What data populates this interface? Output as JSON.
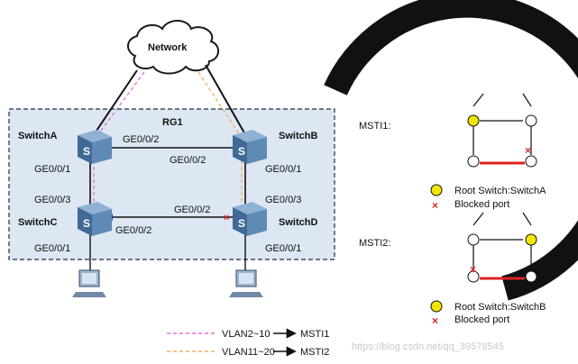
{
  "network_label": "Network",
  "region_label": "RG1",
  "switches": {
    "a": "SwitchA",
    "b": "SwitchB",
    "c": "SwitchC",
    "d": "SwitchD"
  },
  "ports": {
    "a_right": "GE0/0/2",
    "b_left": "GE0/0/2",
    "a_down": "GE0/0/1",
    "b_down": "GE0/0/1",
    "c_up": "GE0/0/3",
    "d_up": "GE0/0/3",
    "d_left": "GE0/0/2",
    "c_right": "GE0/0/2",
    "c_down": "GE0/0/1",
    "d_down": "GE0/0/1"
  },
  "legend": {
    "vlan1": "VLAN2~10",
    "msti1": "MSTI1",
    "vlan2": "VLAN11~20",
    "msti2": "MSTI2"
  },
  "msti_panels": [
    {
      "title": "MSTI1:",
      "root_text": "Root Switch:SwitchA",
      "blocked_text": "Blocked port"
    },
    {
      "title": "MSTI2:",
      "root_text": "Root Switch:SwitchB",
      "blocked_text": "Blocked port"
    }
  ],
  "watermark": "https://blog.csdn.net/qq_39578545",
  "colors": {
    "msti1_line": "#e070d8",
    "msti2_line": "#f0b060",
    "tree_red": "#e02020",
    "root_yellow": "#f2e600",
    "region_fill": "#dce7f3",
    "switch_fill": "#5f8ab5"
  }
}
